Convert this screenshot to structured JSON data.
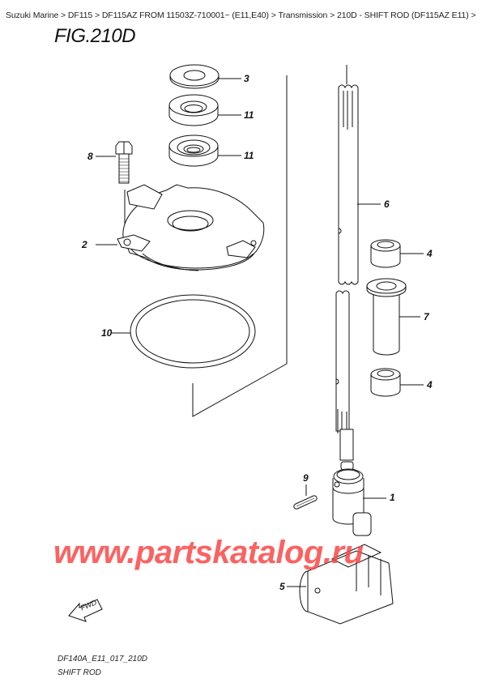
{
  "breadcrumb": [
    {
      "label": "Suzuki Marine"
    },
    {
      "label": "DF115"
    },
    {
      "label": "DF115AZ FROM 11503Z-710001~ (E11,E40)"
    },
    {
      "label": "Transmission"
    },
    {
      "label": "210D - SHIFT ROD (DF115AZ E11)"
    }
  ],
  "breadcrumb_separator": " > ",
  "figure": {
    "title": "FIG.210D",
    "code": "DF140A_E11_017_210D",
    "name": "SHIFT ROD"
  },
  "callouts": [
    {
      "id": "3",
      "label": "3"
    },
    {
      "id": "11a",
      "label": "11"
    },
    {
      "id": "11b",
      "label": "11"
    },
    {
      "id": "8",
      "label": "8"
    },
    {
      "id": "2",
      "label": "2"
    },
    {
      "id": "10",
      "label": "10"
    },
    {
      "id": "6",
      "label": "6"
    },
    {
      "id": "4a",
      "label": "4"
    },
    {
      "id": "7",
      "label": "7"
    },
    {
      "id": "4b",
      "label": "4"
    },
    {
      "id": "9",
      "label": "9"
    },
    {
      "id": "1",
      "label": "1"
    },
    {
      "id": "5",
      "label": "5"
    }
  ],
  "fwd_label": "FWD",
  "watermark": "www.partskatalog.ru",
  "colors": {
    "line": "#111111",
    "watermark": "#fa4646"
  }
}
